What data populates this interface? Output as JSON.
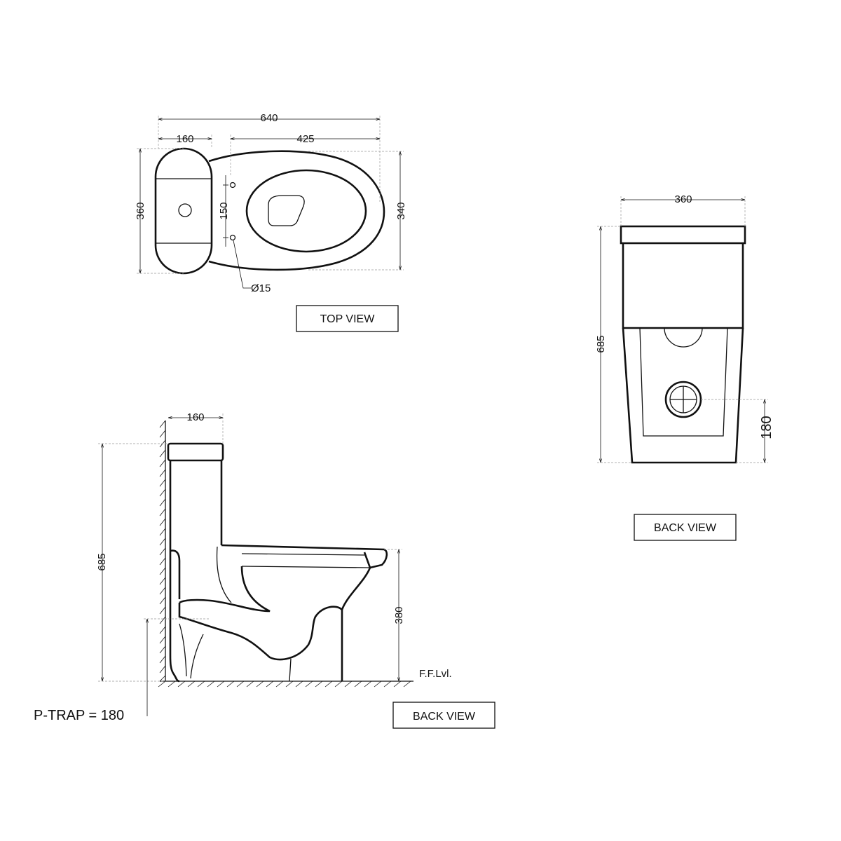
{
  "top_view": {
    "dim_overall_length": "640",
    "dim_tank_depth": "160",
    "dim_bowl_length": "425",
    "dim_tank_width": "360",
    "dim_bowl_width": "340",
    "dim_bolt_spacing": "150",
    "dim_bolt_diameter": "Ø15",
    "caption": "TOP VIEW"
  },
  "back_view": {
    "dim_width": "360",
    "dim_height": "685",
    "dim_outlet_height": "180",
    "caption": "BACK VIEW"
  },
  "side_view": {
    "dim_tank_depth": "160",
    "dim_height": "685",
    "dim_seat_height": "380",
    "floor_label": "F.F.Lvl.",
    "trap_note": "P-TRAP = 180",
    "caption": "BACK VIEW"
  }
}
